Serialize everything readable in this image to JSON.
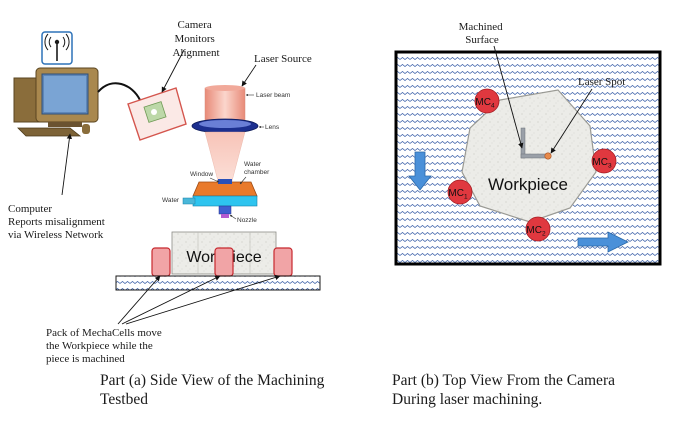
{
  "part_a": {
    "camera_label": [
      "Camera",
      "Monitors",
      "Alignment"
    ],
    "laser_source_label": "Laser Source",
    "laser_beam_label": "Laser beam",
    "lens_label": "Lens",
    "window_label": "Window",
    "water_chamber_label": [
      "Water",
      "chamber"
    ],
    "water_label": "Water",
    "nozzle_label": "Nozzle",
    "computer_label": [
      "Computer",
      "Reports misalignment",
      "via Wireless Network"
    ],
    "workpiece_label": "Workpiece",
    "mechacells_label": [
      "Pack of MechaCells move",
      "the Workpiece while the",
      "piece is machined"
    ],
    "caption": [
      "Part (a) Side View of the Machining",
      "Testbed"
    ]
  },
  "part_b": {
    "machined_surface_label": [
      "Machined",
      "Surface"
    ],
    "laser_spot_label": "Laser Spot",
    "workpiece_label": "Workpiece",
    "cells": [
      {
        "main": "MC",
        "sub": "4"
      },
      {
        "main": "MC",
        "sub": "3"
      },
      {
        "main": "MC",
        "sub": "1"
      },
      {
        "main": "MC",
        "sub": "2"
      }
    ],
    "caption": [
      "Part (b) Top View From the Camera",
      "During laser machining."
    ]
  },
  "colors": {
    "mechacell_red": "#e0383f",
    "arrow_blue": "#4a90d9",
    "wave_blue": "#3a5fa8",
    "laser_orange": "#e78a4a"
  }
}
